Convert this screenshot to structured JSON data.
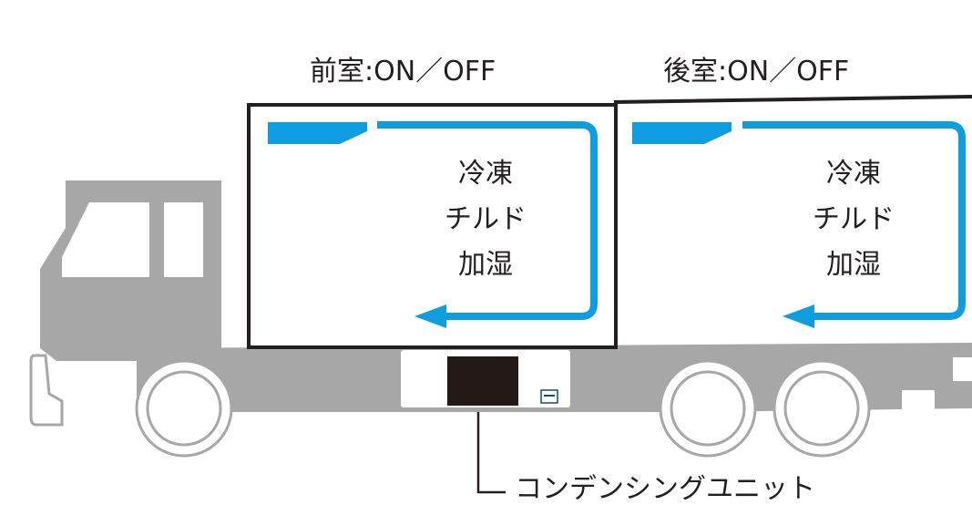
{
  "front_chamber": {
    "label": "前室:ON／OFF",
    "modes": [
      "冷凍",
      "チルド",
      "加湿"
    ]
  },
  "rear_chamber": {
    "label": "後室:ON／OFF",
    "modes": [
      "冷凍",
      "チルド",
      "加湿"
    ]
  },
  "condensing_unit": {
    "label": "コンデンシングユニット"
  },
  "colors": {
    "truck_gray": "#a7a7a7",
    "wheel_gray": "#a7a7a7",
    "airflow_blue": "#0e9ee0",
    "outline_black": "#231f20",
    "unit_black": "#231a17"
  }
}
